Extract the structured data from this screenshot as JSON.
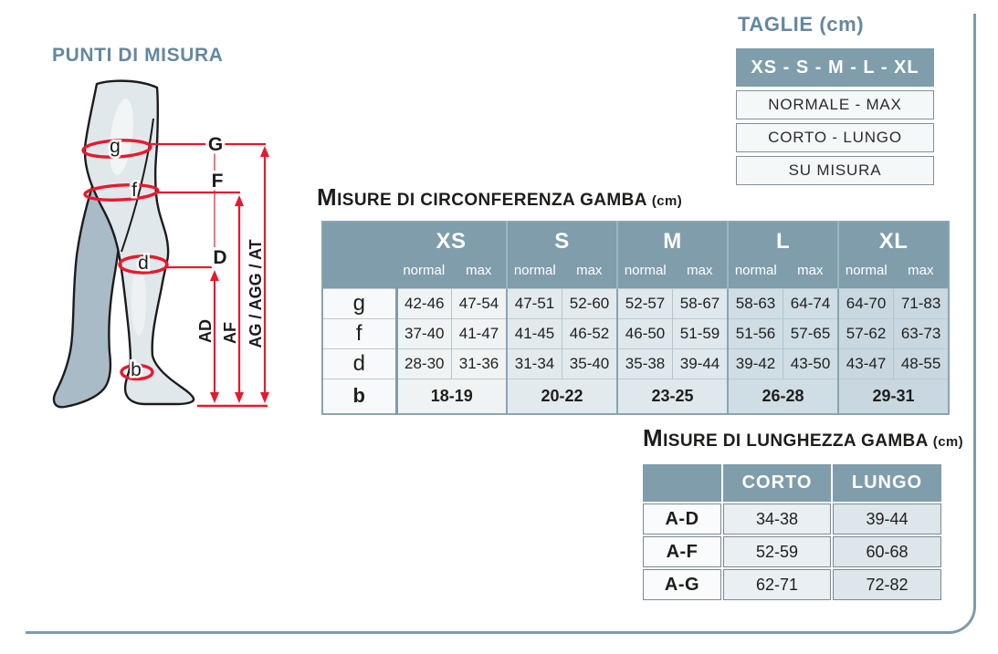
{
  "page": {
    "background": "#ffffff",
    "border_color": "#7e9aac"
  },
  "accent": {
    "title_blue": "#64889f",
    "header_blue": "#7f9dab",
    "red": "#e8192d",
    "ink": "#1d1d1b"
  },
  "punti_di_misura": {
    "title": "PUNTI DI MISURA",
    "point_labels": {
      "g": "g",
      "f": "f",
      "d": "d",
      "b": "b"
    },
    "line_labels": {
      "G": "G",
      "F": "F",
      "D": "D"
    },
    "length_labels": {
      "AD": "AD",
      "AF": "AF",
      "AG": "AG / AGG / AT"
    }
  },
  "taglie": {
    "title": "TAGLIE (cm)",
    "header": "XS - S - M - L - XL",
    "rows": [
      "NORMALE - MAX",
      "CORTO - LUNGO",
      "SU MISURA"
    ]
  },
  "circonferenza": {
    "title": {
      "lead": "M",
      "rest": "ISURE DI CIRCONFERENZA GAMBA",
      "unit": "(cm)"
    },
    "sizes": [
      "XS",
      "S",
      "M",
      "L",
      "XL"
    ],
    "subheaders": [
      "normal",
      "max"
    ],
    "rows": [
      {
        "label": "g",
        "values": [
          "42-46",
          "47-54",
          "47-51",
          "52-60",
          "52-57",
          "58-67",
          "58-63",
          "64-74",
          "64-70",
          "71-83"
        ]
      },
      {
        "label": "f",
        "values": [
          "37-40",
          "41-47",
          "41-45",
          "46-52",
          "46-50",
          "51-59",
          "51-56",
          "57-65",
          "57-62",
          "63-73"
        ]
      },
      {
        "label": "d",
        "values": [
          "28-30",
          "31-36",
          "31-34",
          "35-40",
          "35-38",
          "39-44",
          "39-42",
          "43-50",
          "43-47",
          "48-55"
        ]
      }
    ],
    "row_b": {
      "label": "b",
      "values": [
        "18-19",
        "20-22",
        "23-25",
        "26-28",
        "29-31"
      ]
    }
  },
  "lunghezza": {
    "title": {
      "lead": "M",
      "rest": "ISURE DI LUNGHEZZA GAMBA",
      "unit": "(cm)"
    },
    "columns": [
      "CORTO",
      "LUNGO"
    ],
    "rows": [
      {
        "label": "A-D",
        "corto": "34-38",
        "lungo": "39-44"
      },
      {
        "label": "A-F",
        "corto": "52-59",
        "lungo": "60-68"
      },
      {
        "label": "A-G",
        "corto": "62-71",
        "lungo": "72-82"
      }
    ]
  }
}
